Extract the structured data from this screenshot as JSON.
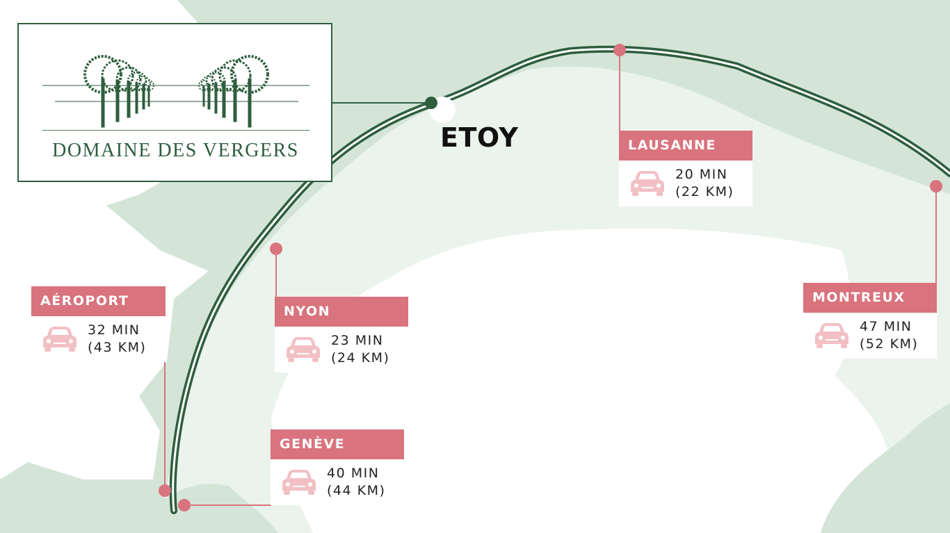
{
  "brand": {
    "name": "DOMAINE DES VERGERS"
  },
  "home": {
    "name": "ETOY"
  },
  "destinations": [
    {
      "name": "AÉROPORT",
      "time": "32 MIN",
      "distance": "(43 KM)",
      "icon": "car-icon"
    },
    {
      "name": "NYON",
      "time": "23 MIN",
      "distance": "(24 KM)",
      "icon": "car-icon"
    },
    {
      "name": "GENÈVE",
      "time": "40 MIN",
      "distance": "(44 KM)",
      "icon": "car-icon"
    },
    {
      "name": "LAUSANNE",
      "time": "20 MIN",
      "distance": "(22 KM)",
      "icon": "car-icon"
    },
    {
      "name": "MONTREUX",
      "time": "47 MIN",
      "distance": "(52 KM)",
      "icon": "car-icon"
    }
  ],
  "colors": {
    "land": "#d4e5d8",
    "lake_shallow": "#ebf3ed",
    "lake_deep": "#ffffff",
    "road": "#2e5e3e",
    "accent": "#d9737d",
    "marker_home": "#2e5e3e"
  }
}
